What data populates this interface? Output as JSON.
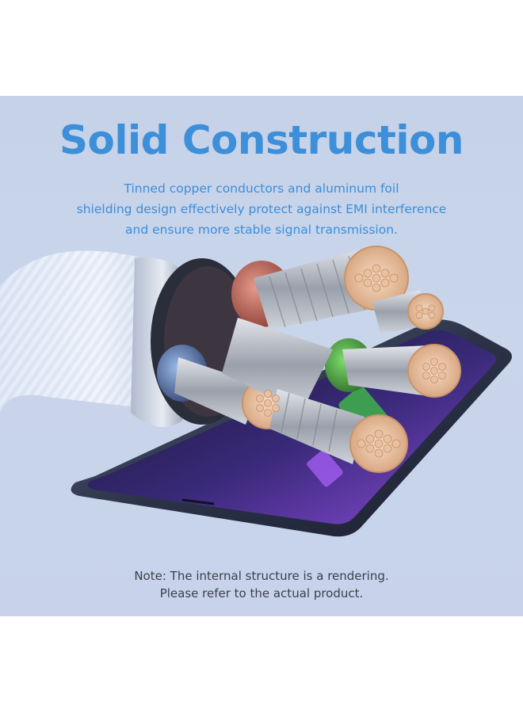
{
  "heading": "Solid Construction",
  "description": {
    "line1": "Tinned copper conductors and aluminum foil",
    "line2": "shielding design effectively protect against EMI interference",
    "line3": "and ensure more stable signal transmission."
  },
  "note": {
    "line1": "Note: The internal structure is a rendering.",
    "line2": "Please refer to the actual product."
  },
  "colors": {
    "background": "#c8d3eb",
    "heading": "#3d8fd9",
    "description": "#3b8edb",
    "note": "#3a3f4a"
  }
}
